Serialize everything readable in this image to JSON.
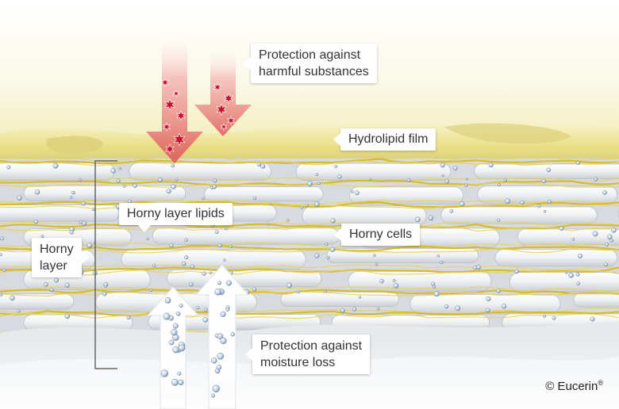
{
  "labels": {
    "protection_harmful": [
      "Protection against",
      "harmful substances"
    ],
    "hydrolipid_film": "Hydrolipid film",
    "horny_layer_lipids": "Horny layer lipids",
    "horny_cells": "Horny cells",
    "horny_layer": [
      "Horny",
      "layer"
    ],
    "protection_moisture": [
      "Protection against",
      "moisture loss"
    ]
  },
  "copyright": {
    "text": "© Eucerin",
    "mark": "®"
  },
  "colors": {
    "background": "#ffffff",
    "hydrolipid_film": "#e8dc7a",
    "lipid_strands": "#d6b820",
    "cells": "#e3e6ea",
    "harmful_arrow": "#e36b6b",
    "harmful_particles": "#c8102e",
    "moisture_arrow": "#ffffff",
    "moisture_droplets": "#a9bdd6",
    "label_bg": "#ffffff",
    "label_text": "#333333"
  }
}
